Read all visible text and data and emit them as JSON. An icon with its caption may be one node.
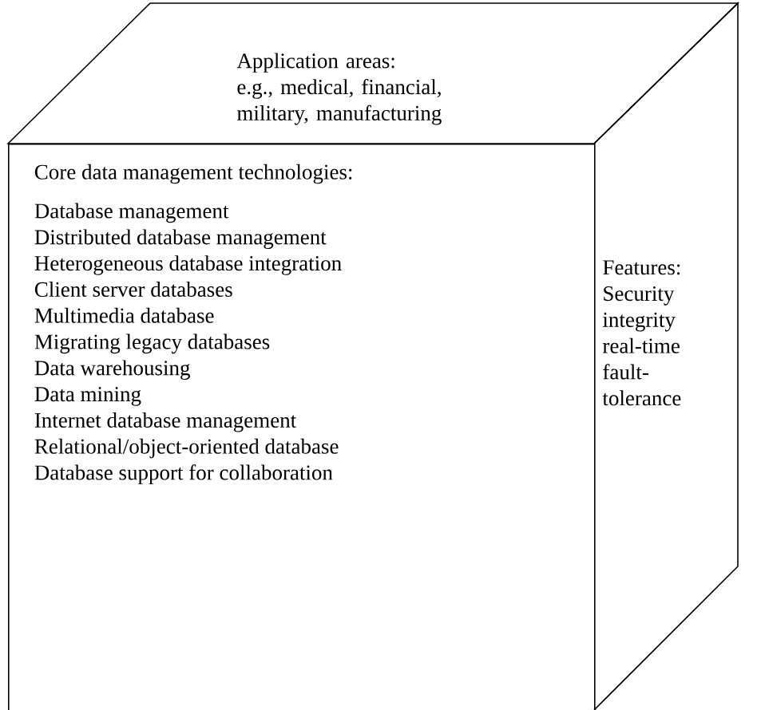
{
  "diagram": {
    "nodes": [
      {
        "text": [
          "Application areas:",
          "e.g., medical, financial, military, manufacturing"
        ]
      },
      {
        "text": [
          "Core data management technologies:",
          "Database management",
          "Distributed database management",
          "Heterogeneous database integration",
          "Client server databases",
          "Multimedia database",
          "Migrating legacy databases",
          "Data warehousing",
          "Data mining",
          "Internet database management",
          "Relational/object-oriented database",
          "Database support for collaboration"
        ]
      },
      {
        "text": [
          "Features: Security integrity real-time fault-tolerance"
        ]
      }
    ]
  }
}
